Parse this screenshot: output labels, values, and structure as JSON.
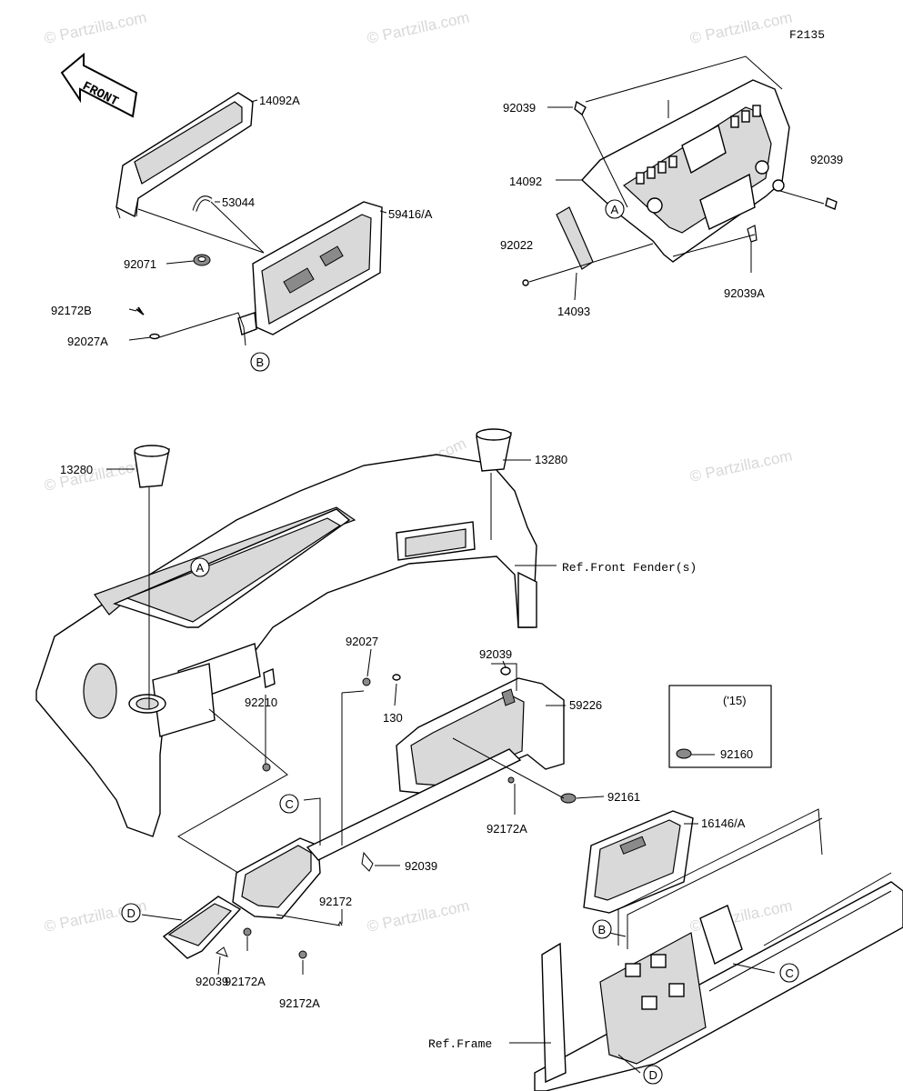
{
  "figure_code": "F2135",
  "front_arrow_label": "FRONT",
  "watermark_text": "© Partzilla.com",
  "legend_note": "('15)",
  "ref_notes": {
    "front_fender": "Ref.Front Fender(s)",
    "frame": "Ref.Frame"
  },
  "callouts": {
    "a_top": "A",
    "a_bottom": "A",
    "b_top": "B",
    "b_bottom": "B",
    "c_left": "C",
    "c_right": "C",
    "d_left": "D",
    "d_bottom": "D"
  },
  "part_labels": {
    "p14092A": "14092A",
    "p53044": "53044",
    "p59416A": "59416/A",
    "p92071": "92071",
    "p92172B": "92172B",
    "p92027A": "92027A",
    "p92039_top": "92039",
    "p14092": "14092",
    "p92039_right": "92039",
    "p92022": "92022",
    "p14093": "14093",
    "p92039A": "92039A",
    "p13280_left": "13280",
    "p13280_right": "13280",
    "p92027": "92027",
    "p130": "130",
    "p92039_mid": "92039",
    "p59226": "59226",
    "p92210": "92210",
    "p92160": "92160",
    "p92161": "92161",
    "p92172A_mid": "92172A",
    "p16146A": "16146/A",
    "p92039_low": "92039",
    "p92172": "92172",
    "p92172A_low1": "92172A",
    "p92172A_low2": "92172A",
    "p92039_bottom": "92039"
  }
}
